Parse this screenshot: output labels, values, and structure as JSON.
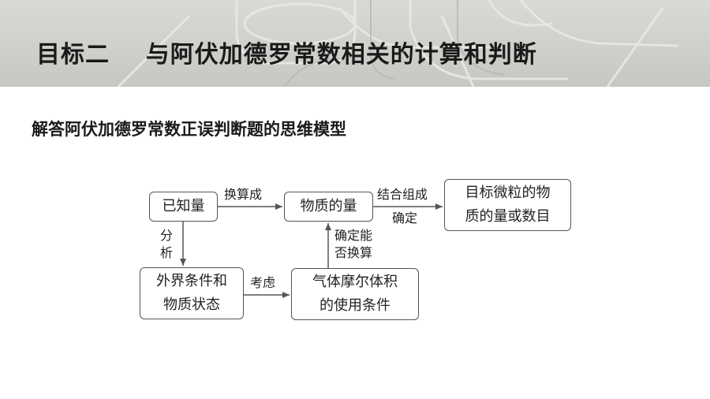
{
  "header": {
    "title_prefix": "目标二",
    "title_main": "与阿伏加德罗常数相关的计算和判断"
  },
  "subtitle": "解答阿伏加德罗常数正误判断题的思维模型",
  "diagram": {
    "nodes": {
      "known": "已知量",
      "amount": "物质的量",
      "target": "目标微粒的物\n质的量或数目",
      "conditions": "外界条件和\n物质状态",
      "molar_volume": "气体摩尔体积\n的使用条件"
    },
    "edges": {
      "convert": "换算成",
      "combine_top": "结合组成",
      "combine_bottom": "确定",
      "analyze": "分\n析",
      "consider": "考虑",
      "can_convert": "确定能\n否换算"
    }
  }
}
